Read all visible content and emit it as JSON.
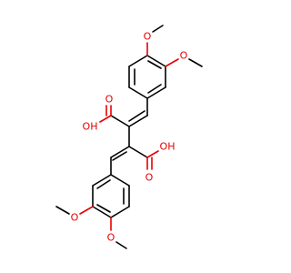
{
  "atoms": {
    "top_ring_para_oxygen": "O",
    "top_ring_meta_oxygen": "O",
    "upper_acid_hydroxyl": "OH",
    "upper_acid_carbonyl_oxygen": "O",
    "lower_acid_hydroxyl": "OH",
    "lower_acid_carbonyl_oxygen": "O",
    "bottom_ring_meta_oxygen": "O",
    "bottom_ring_para_oxygen": "O"
  },
  "colors": {
    "bond": "#000000",
    "heteroatom": "#e60000",
    "background": "#ffffff"
  }
}
